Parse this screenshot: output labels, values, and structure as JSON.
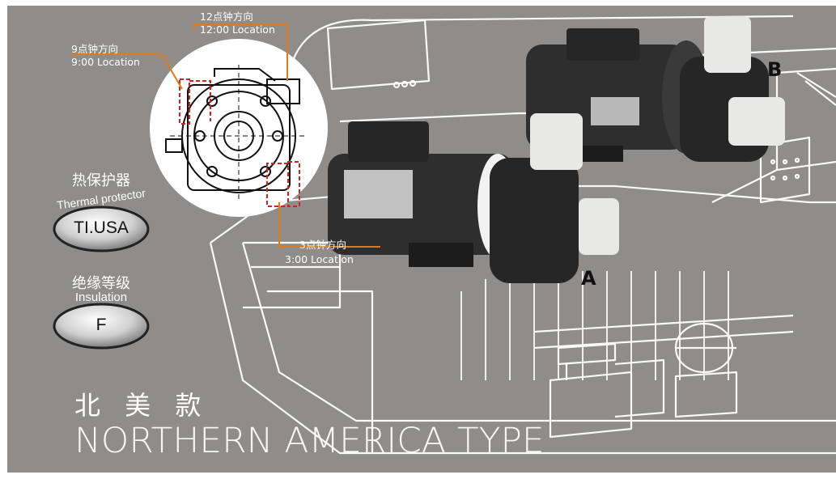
{
  "locations": {
    "twelve": {
      "cn": "12点钟方向",
      "en": "12:00 Location"
    },
    "nine": {
      "cn": "9点钟方向",
      "en": "9:00 Location"
    },
    "three": {
      "cn": "3点钟方向",
      "en": "3:00 Location"
    }
  },
  "pump_labels": {
    "a": "A",
    "b": "B"
  },
  "thermal": {
    "cn": "热保护器",
    "en": "Thermal protector",
    "value": "TI.USA"
  },
  "insulation": {
    "cn": "绝缘等级",
    "en": "Insulation",
    "value": "F"
  },
  "type": {
    "cn": "北 美 款",
    "en": "NORTHERN AMERICA TYPE"
  },
  "colors": {
    "background": "#8f8c89",
    "accent_orange": "#e07a1a",
    "marker_red": "#d42020",
    "line_white": "#ffffff"
  }
}
